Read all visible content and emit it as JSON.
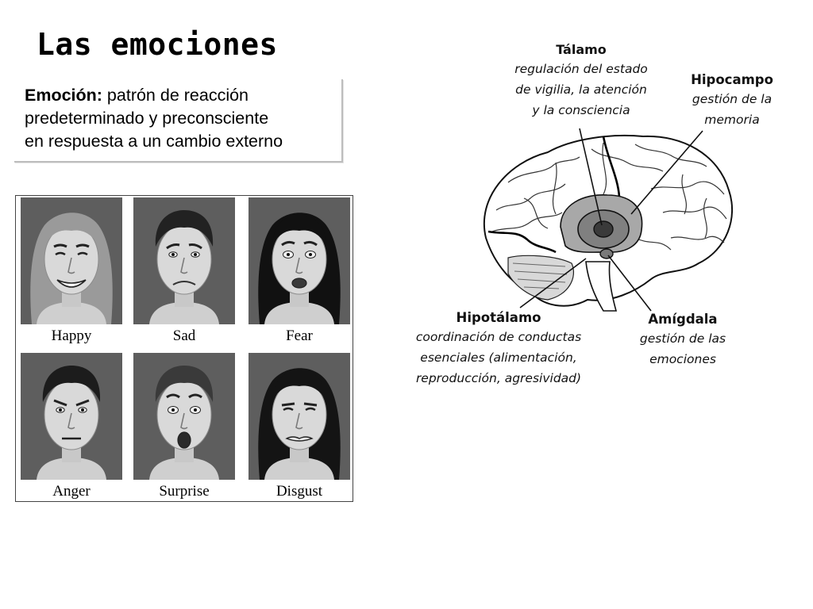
{
  "title": "Las emociones",
  "definition": {
    "term": "Emoción:",
    "line1": " patrón de reacción",
    "line2": "predeterminado y preconsciente",
    "line3": "en respuesta a un cambio externo"
  },
  "faces": [
    {
      "label": "Happy",
      "expression": "happy"
    },
    {
      "label": "Sad",
      "expression": "sad"
    },
    {
      "label": "Fear",
      "expression": "fear"
    },
    {
      "label": "Anger",
      "expression": "anger"
    },
    {
      "label": "Surprise",
      "expression": "surprise"
    },
    {
      "label": "Disgust",
      "expression": "disgust"
    }
  ],
  "brain": {
    "talamo": {
      "name": "Tálamo",
      "lines": [
        "regulación del estado",
        "de vigilia, la atención",
        "y la consciencia"
      ]
    },
    "hipocampo": {
      "name": "Hipocampo",
      "lines": [
        "gestión de la",
        "memoria"
      ]
    },
    "hipotalamo": {
      "name": "Hipotálamo",
      "lines": [
        "coordinación de conductas",
        "esenciales (alimentación,",
        "reproducción, agresividad)"
      ]
    },
    "amigdala": {
      "name": "Amígdala",
      "lines": [
        "gestión de las",
        "emociones"
      ]
    }
  }
}
